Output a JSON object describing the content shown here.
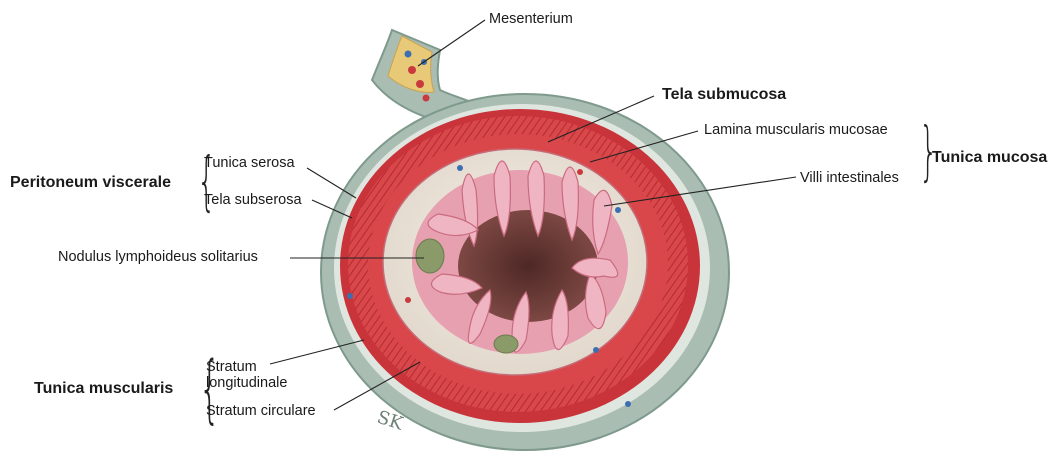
{
  "labels": {
    "mesenterium": "Mesenterium",
    "tela_submucosa": "Tela submucosa",
    "lamina_muscularis_mucosae": "Lamina muscularis mucosae",
    "tunica_mucosa": "Tunica mucosa",
    "villi_intestinales": "Villi intestinales",
    "peritoneum_viscerale": "Peritoneum viscerale",
    "tunica_serosa": "Tunica serosa",
    "tela_subserosa": "Tela subserosa",
    "nodulus_lymphoideus_solitarius": "Nodulus lymphoideus solitarius",
    "stratum_longitudinale_line1": "Stratum",
    "stratum_longitudinale_line2": "longitudinale",
    "stratum_circulare": "Stratum circulare",
    "tunica_muscularis": "Tunica muscularis"
  },
  "signature": "SK",
  "colors": {
    "serosa_outer": "#a9bdb3",
    "serosa_edge": "#7f9a8d",
    "muscle_red": "#d9474a",
    "muscle_dark": "#b92d33",
    "submucosa_pale": "#ece4d8",
    "mucosa_pink": "#e7a0b0",
    "lumen_brown": "#6b3a36",
    "mesentery_yellow": "#e8c977",
    "node_green": "#8a9a68"
  }
}
